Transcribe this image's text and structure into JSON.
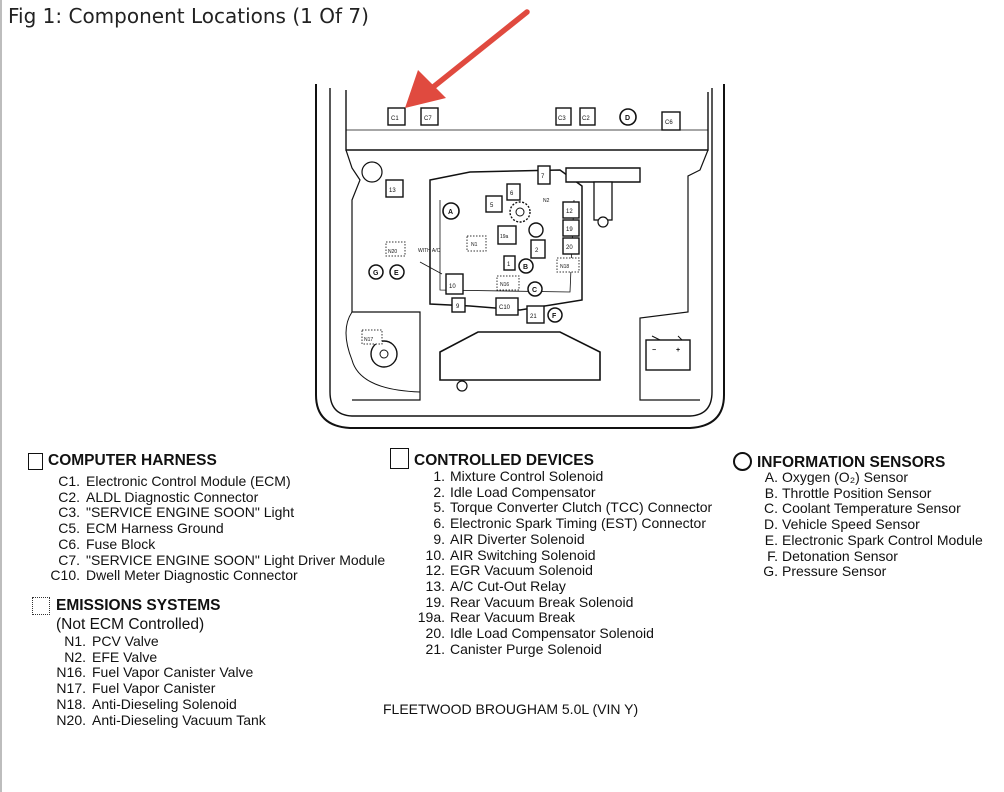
{
  "figure": {
    "title": "Fig 1: Component Locations (1 Of 7)",
    "caption": "FLEETWOOD BROUGHAM 5.0L (VIN Y)",
    "annotation_color": "#e04a3f"
  },
  "diagram": {
    "harness_labels": [
      "C1",
      "C7",
      "C3",
      "C2",
      "D",
      "C6"
    ],
    "left_labels": [
      "13",
      "N20",
      "G",
      "E",
      "WITH A/C",
      "A",
      "N1",
      "10",
      "9",
      "N17"
    ],
    "center_labels": [
      "5",
      "6",
      "N2",
      "19a",
      "1",
      "B",
      "2",
      "N18",
      "C",
      "C10",
      "21",
      "F",
      "12",
      "19",
      "20",
      "N16",
      "7"
    ]
  },
  "legend": {
    "computer_harness": {
      "heading": "COMPUTER HARNESS",
      "items": [
        {
          "code": "C1.",
          "name": "Electronic Control Module (ECM)"
        },
        {
          "code": "C2.",
          "name": "ALDL Diagnostic Connector"
        },
        {
          "code": "C3.",
          "name": "\"SERVICE ENGINE SOON\" Light"
        },
        {
          "code": "C5.",
          "name": "ECM Harness Ground"
        },
        {
          "code": "C6.",
          "name": "Fuse Block"
        },
        {
          "code": "C7.",
          "name": "\"SERVICE ENGINE SOON\" Light Driver Module"
        },
        {
          "code": "C10.",
          "name": "Dwell Meter Diagnostic Connector"
        }
      ]
    },
    "emissions_systems": {
      "heading": "EMISSIONS SYSTEMS",
      "subheading": "(Not ECM Controlled)",
      "items": [
        {
          "code": "N1.",
          "name": "PCV Valve"
        },
        {
          "code": "N2.",
          "name": "EFE Valve"
        },
        {
          "code": "N16.",
          "name": "Fuel Vapor Canister Valve"
        },
        {
          "code": "N17.",
          "name": "Fuel Vapor Canister"
        },
        {
          "code": "N18.",
          "name": "Anti-Dieseling Solenoid"
        },
        {
          "code": "N20.",
          "name": "Anti-Dieseling Vacuum Tank"
        }
      ]
    },
    "controlled_devices": {
      "heading": "CONTROLLED DEVICES",
      "items": [
        {
          "code": "1.",
          "name": "Mixture Control Solenoid"
        },
        {
          "code": "2.",
          "name": "Idle Load Compensator"
        },
        {
          "code": "5.",
          "name": "Torque Converter Clutch (TCC) Connector"
        },
        {
          "code": "6.",
          "name": "Electronic Spark Timing (EST) Connector"
        },
        {
          "code": "9.",
          "name": "AIR Diverter Solenoid"
        },
        {
          "code": "10.",
          "name": "AIR Switching Solenoid"
        },
        {
          "code": "12.",
          "name": "EGR Vacuum Solenoid"
        },
        {
          "code": "13.",
          "name": "A/C Cut-Out Relay"
        },
        {
          "code": "19.",
          "name": "Rear Vacuum Break Solenoid"
        },
        {
          "code": "19a.",
          "name": "Rear Vacuum Break"
        },
        {
          "code": "20.",
          "name": "Idle Load Compensator Solenoid"
        },
        {
          "code": "21.",
          "name": "Canister Purge Solenoid"
        }
      ]
    },
    "information_sensors": {
      "heading": "INFORMATION SENSORS",
      "items": [
        {
          "code": "A.",
          "name": "Oxygen (O₂) Sensor"
        },
        {
          "code": "B.",
          "name": "Throttle Position Sensor"
        },
        {
          "code": "C.",
          "name": "Coolant Temperature Sensor"
        },
        {
          "code": "D.",
          "name": "Vehicle Speed Sensor"
        },
        {
          "code": "E.",
          "name": "Electronic Spark Control Module"
        },
        {
          "code": "F.",
          "name": "Detonation Sensor"
        },
        {
          "code": "G.",
          "name": "Pressure Sensor"
        }
      ]
    }
  }
}
